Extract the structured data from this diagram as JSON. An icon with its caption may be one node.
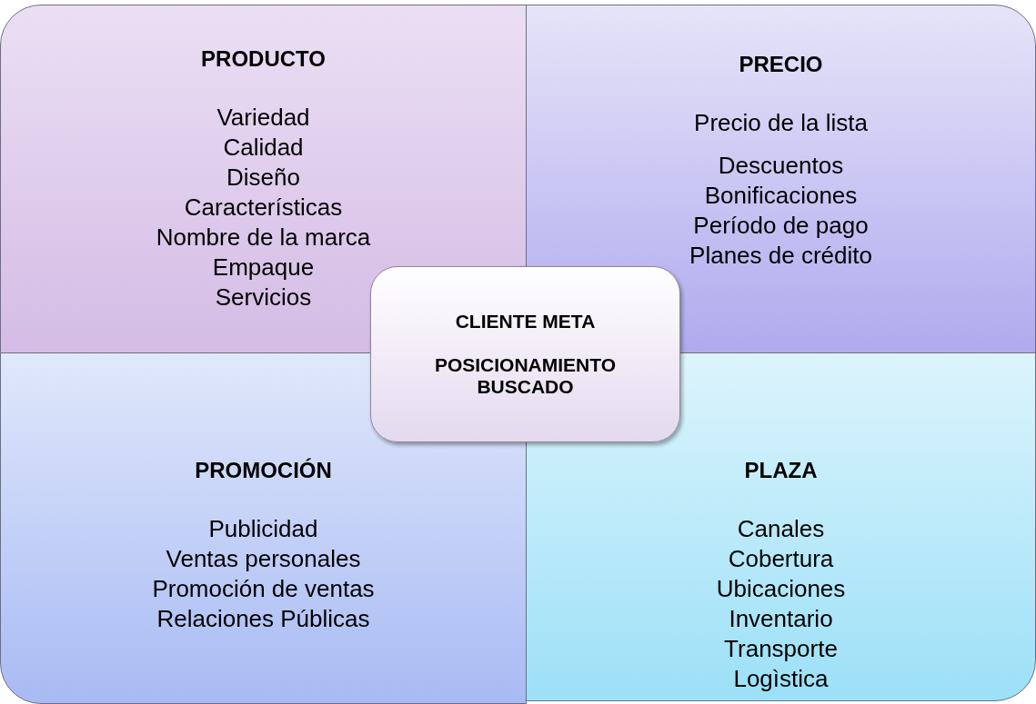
{
  "diagram": {
    "nodes": [
      {
        "text": [
          "PRODUCTO",
          "Variedad",
          "Calidad",
          "Diseño",
          "Características",
          "Nombre de la marca",
          "Empaque",
          "Servicios"
        ]
      },
      {
        "text": [
          "PRECIO",
          "Precio de la lista",
          "Descuentos",
          "Bonificaciones",
          "Período de pago",
          "Planes de crédito"
        ]
      },
      {
        "text": [
          "PROMOCIÓN",
          "Publicidad",
          "Ventas personales",
          "Promoción de ventas",
          "Relaciones Públicas"
        ]
      },
      {
        "text": [
          "PLAZA",
          "Canales",
          "Cobertura",
          "Ubicaciones",
          "Inventario",
          "Transporte",
          "Logìstica"
        ]
      },
      {
        "text": [
          "CLIENTE META",
          "POSICIONAMIENTO BUSCADO"
        ]
      }
    ]
  }
}
